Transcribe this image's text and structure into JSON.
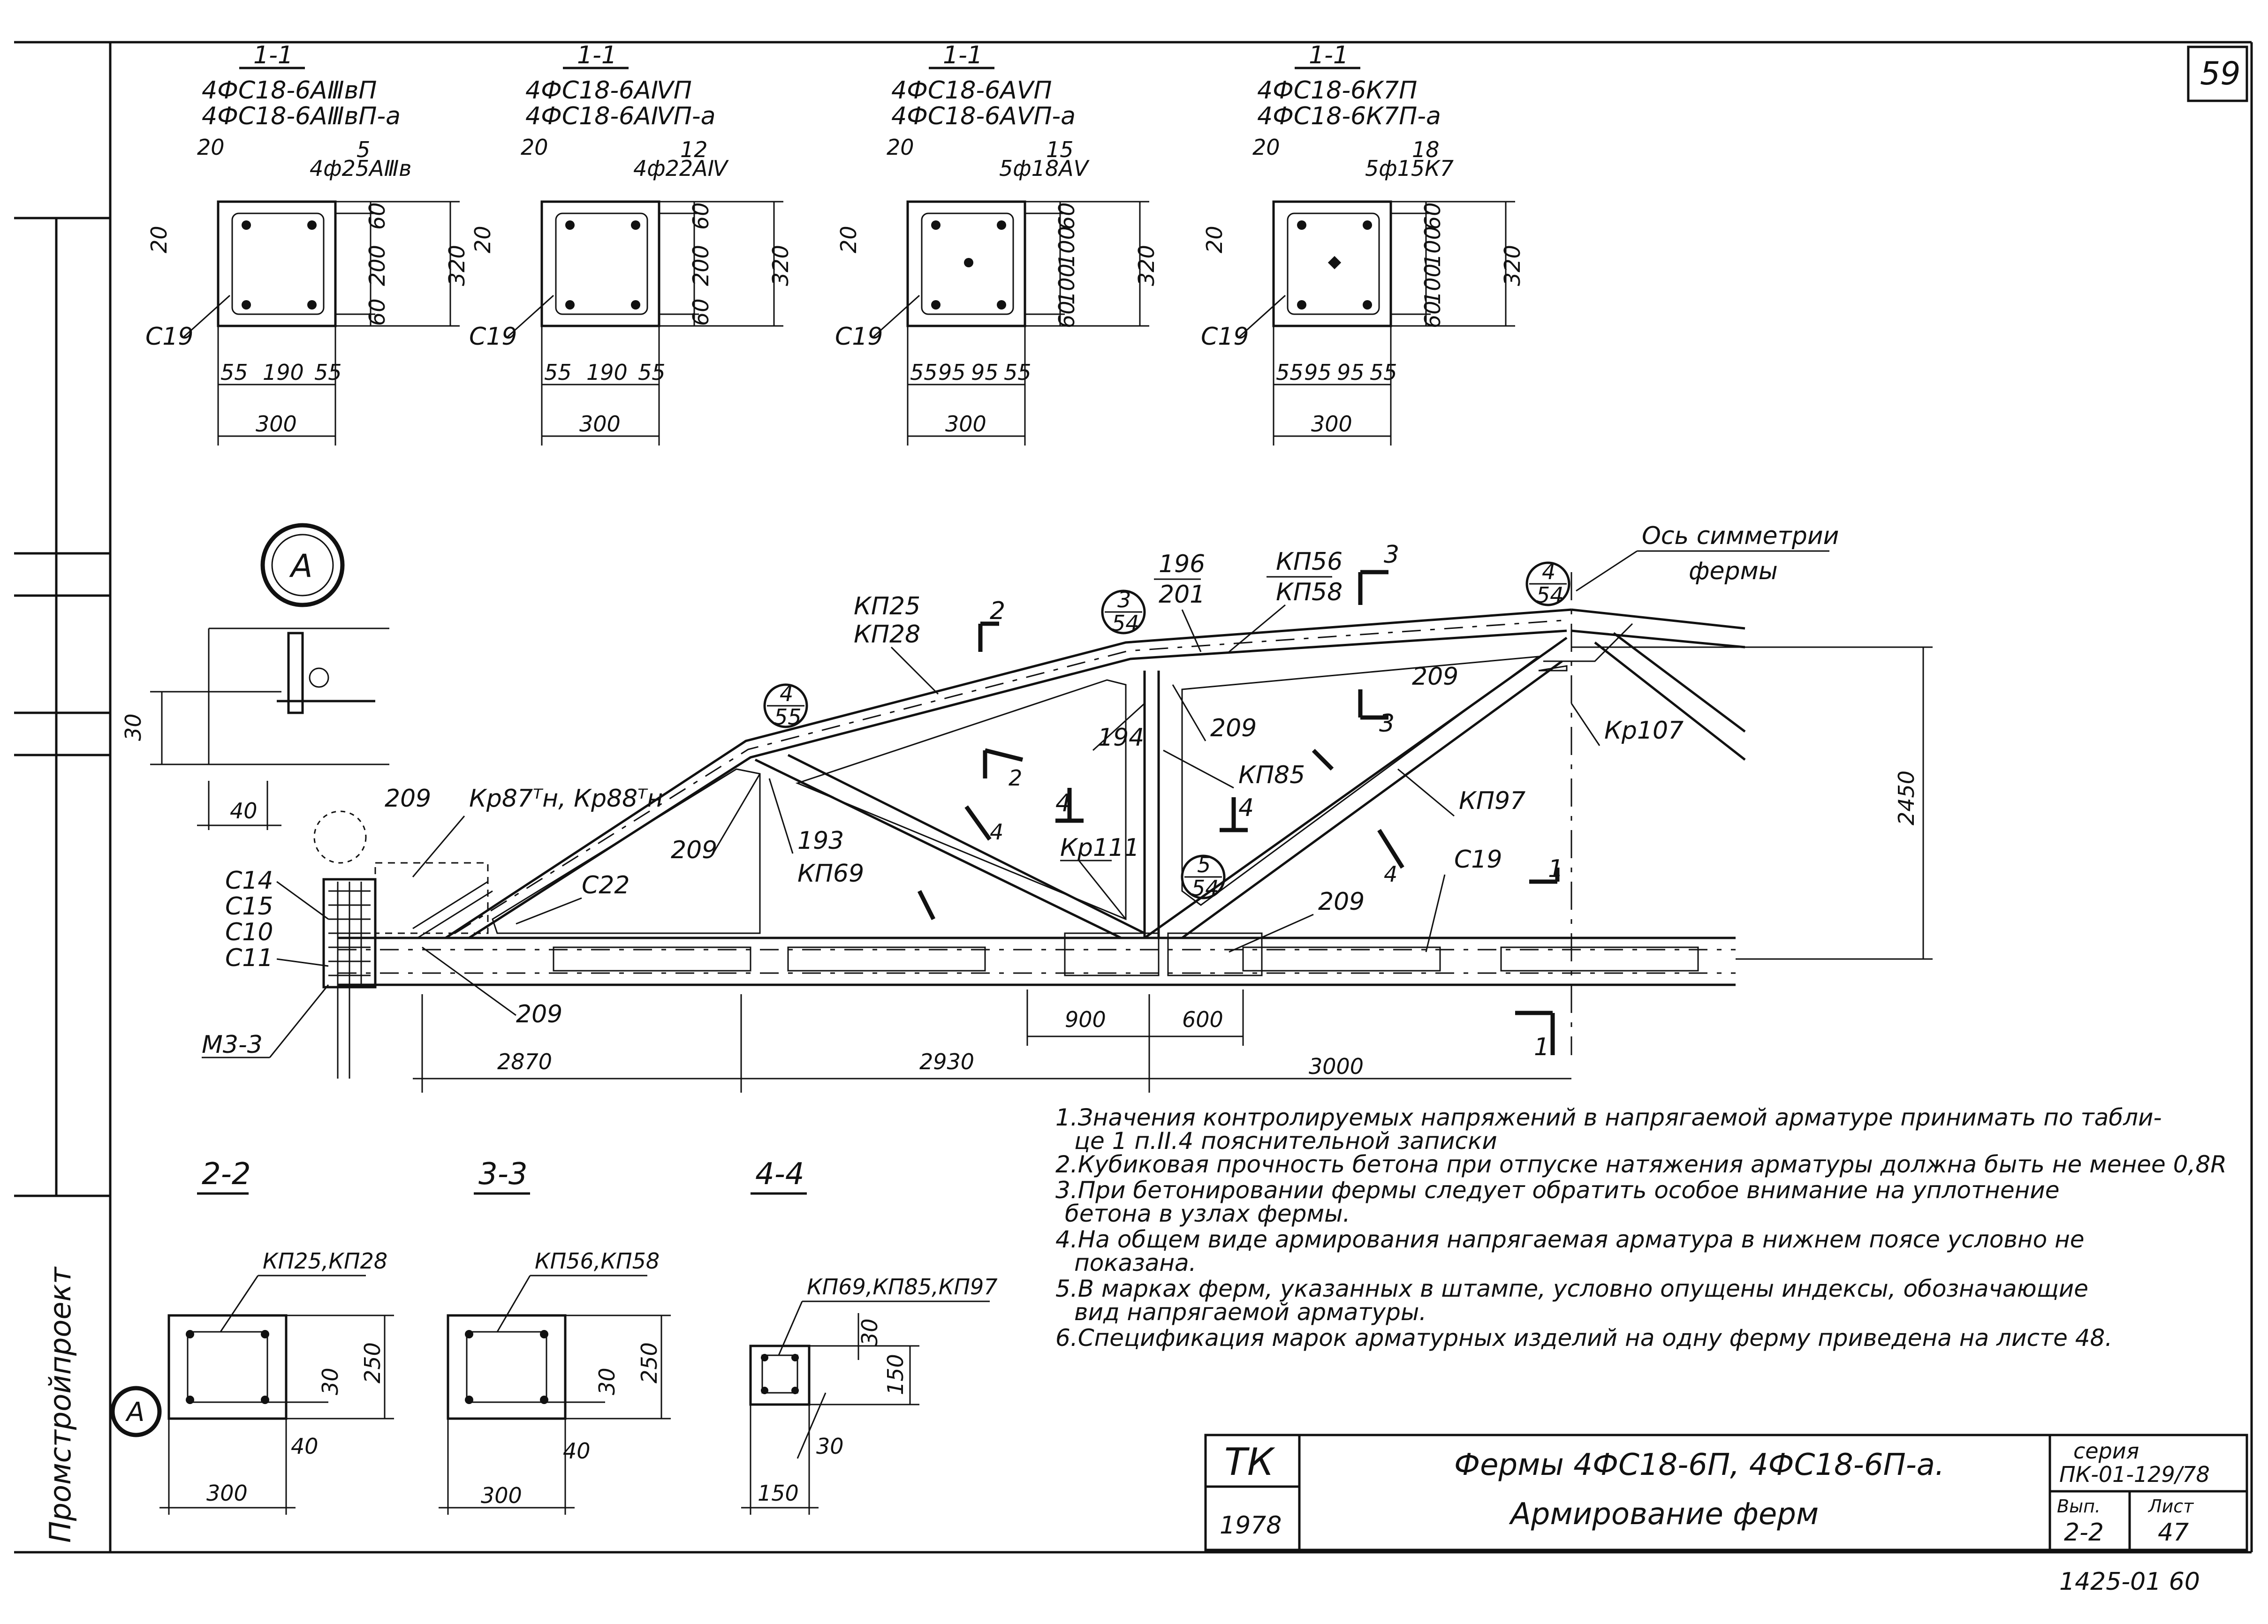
{
  "sheet_number": "59",
  "sections_1_1": [
    {
      "cut": "1-1",
      "marks": [
        "4ФС18-6АⅢвП",
        "4ФС18-6АⅢвП-а"
      ],
      "offset_top": "20",
      "offset_left": "20",
      "spacer": "С19",
      "bar_count": "5",
      "bars": "4ф25АⅢв",
      "dims_v": [
        "60",
        "200",
        "60"
      ],
      "height": "320",
      "dims_h": [
        "55",
        "190",
        "55"
      ],
      "width": "300"
    },
    {
      "cut": "1-1",
      "marks": [
        "4ФС18-6АⅣП",
        "4ФС18-6АⅣП-а"
      ],
      "offset_top": "20",
      "offset_left": "20",
      "spacer": "С19",
      "bar_count": "12",
      "bars": "4ф22АⅣ",
      "dims_v": [
        "60",
        "200",
        "60"
      ],
      "height": "320",
      "dims_h": [
        "55",
        "190",
        "55"
      ],
      "width": "300"
    },
    {
      "cut": "1-1",
      "marks": [
        "4ФС18-6АⅤП",
        "4ФС18-6АⅤП-а"
      ],
      "offset_top": "20",
      "offset_left": "20",
      "spacer": "С19",
      "bar_count": "15",
      "bars": "5ф18АⅤ",
      "dims_v": [
        "60",
        "100",
        "100",
        "60"
      ],
      "height": "320",
      "dims_h": [
        "55",
        "95",
        "95",
        "55"
      ],
      "width": "300"
    },
    {
      "cut": "1-1",
      "marks": [
        "4ФС18-6К7П",
        "4ФС18-6К7П-а"
      ],
      "offset_top": "20",
      "offset_left": "20",
      "spacer": "С19",
      "bar_count": "18",
      "bars": "5ф15К7",
      "dims_v": [
        "60",
        "100",
        "100",
        "60"
      ],
      "height": "320",
      "dims_h": [
        "55",
        "95",
        "95",
        "55"
      ],
      "width": "300"
    }
  ],
  "truss": {
    "symmetry_axis": [
      "Ось симметрии",
      "фермы"
    ],
    "node_a": "А",
    "labels": {
      "kp25": "КП25",
      "kp28": "КП28",
      "kp56": "КП56",
      "kp58": "КП58",
      "n196": "196",
      "n201": "201",
      "n194": "194",
      "n209a": "209",
      "n209b": "209",
      "n209c": "209",
      "n209d": "209",
      "n209e": "209",
      "n193": "193",
      "kp69": "КП69",
      "kp85": "КП85",
      "kp97": "КП97",
      "kp107": "Кр107",
      "kp111": "Кр111",
      "c22": "С22",
      "c19": "С19",
      "c14": "С14",
      "c15": "С15",
      "c10": "С10",
      "c11": "С11",
      "m3": "М3-3",
      "kr87": "Кр87ᵀн, Кр88ᵀн",
      "dim30": "30",
      "dim40": "40"
    },
    "callouts": [
      {
        "top": "4",
        "bottom": "55"
      },
      {
        "top": "3",
        "bottom": "54"
      },
      {
        "top": "4",
        "bottom": "54"
      },
      {
        "top": "5",
        "bottom": "54"
      }
    ],
    "cut_marks": [
      "1",
      "1",
      "2",
      "2",
      "3",
      "3",
      "4",
      "4",
      "4",
      "4"
    ],
    "height_dim": "2450",
    "spans": [
      "2870",
      "2930",
      "3000"
    ],
    "node_dims": [
      "900",
      "600"
    ]
  },
  "sections_small": [
    {
      "cut": "2-2",
      "mark": "КП25,КП28",
      "height": "250",
      "cover": "30",
      "inset": "40",
      "width": "300",
      "node": "А"
    },
    {
      "cut": "3-3",
      "mark": "КП56,КП58",
      "height": "250",
      "cover": "30",
      "inset": "40",
      "width": "300"
    },
    {
      "cut": "4-4",
      "mark": "КП69,КП85,КП97",
      "top": "30",
      "height": "150",
      "cover": "30",
      "width": "150"
    }
  ],
  "notes": [
    "1.Значения контролируемых напряжений в напрягаемой арматуре принимать по табли-",
    "це 1 п.II.4 пояснительной записки",
    "2.Кубиковая прочность бетона при отпуске натяжения арматуры должна быть не менее 0,8R",
    "3.При бетонировании фермы следует обратить особое внимание на уплотнение",
    "бетона в узлах фермы.",
    "4.На общем виде армирования напрягаемая арматура в нижнем поясе условно не",
    "показана.",
    "5.В марках ферм, указанных в штампе, условно опущены индексы, обозначающие",
    "вид напрягаемой арматуры.",
    "6.Спецификация марок арматурных изделий на одну ферму приведена на листе 48."
  ],
  "title_block": {
    "org": "ТК",
    "year": "1978",
    "title": "Фермы 4ФС18-6П, 4ФС18-6П-а.",
    "subtitle": "Армирование ферм",
    "series_label": "серия",
    "series": "ПК-01-129/78",
    "issue_label": "Вып.",
    "issue": "2-2",
    "sheet_label": "Лист",
    "sheet": "47"
  },
  "side_stamp": "Промстройпроект",
  "bottom_code": "1425-01 60"
}
